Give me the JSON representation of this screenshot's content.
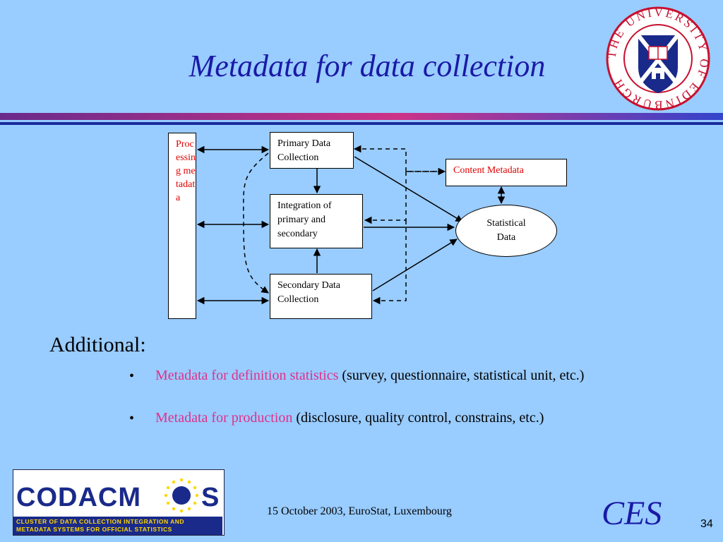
{
  "slide": {
    "title": "Metadata for data collection",
    "page_number": "34",
    "footer_date": "15 October 2003, EuroStat, Luxembourg",
    "footer_brand": "CES"
  },
  "seal": {
    "outer_text": "THE UNIVERSITY OF EDINBURGH",
    "colors": {
      "red": "#c8102e",
      "blue": "#1a2a8a",
      "gold": "#d4a017"
    }
  },
  "diagram": {
    "processing_metadata_label": "Processing metadata",
    "primary_data_collection": "Primary Data Collection",
    "integration": "Integration of primary and secondary",
    "secondary_data_collection": "Secondary Data Collection",
    "content_metadata": "Content Metadata",
    "statistical_data": "Statistical Data"
  },
  "body": {
    "heading": "Additional:",
    "bullets": [
      {
        "highlight": "Metadata for definition statistics",
        "rest": " (survey, questionnaire, statistical unit, etc.)"
      },
      {
        "highlight": "Metadata for production",
        "rest": " (disclosure, quality control, constrains, etc.)"
      }
    ],
    "bullet_symbol": "•"
  },
  "logo": {
    "word": "CODACM",
    "word_end": "S",
    "tagline": "CLUSTER OF DATA COLLECTION INTEGRATION AND METADATA SYSTEMS FOR OFFICIAL STATISTICS"
  },
  "colors": {
    "background": "#99ccff",
    "title": "#1a1aa6",
    "highlight": "#e0308a",
    "metadata_red": "#e00000"
  }
}
